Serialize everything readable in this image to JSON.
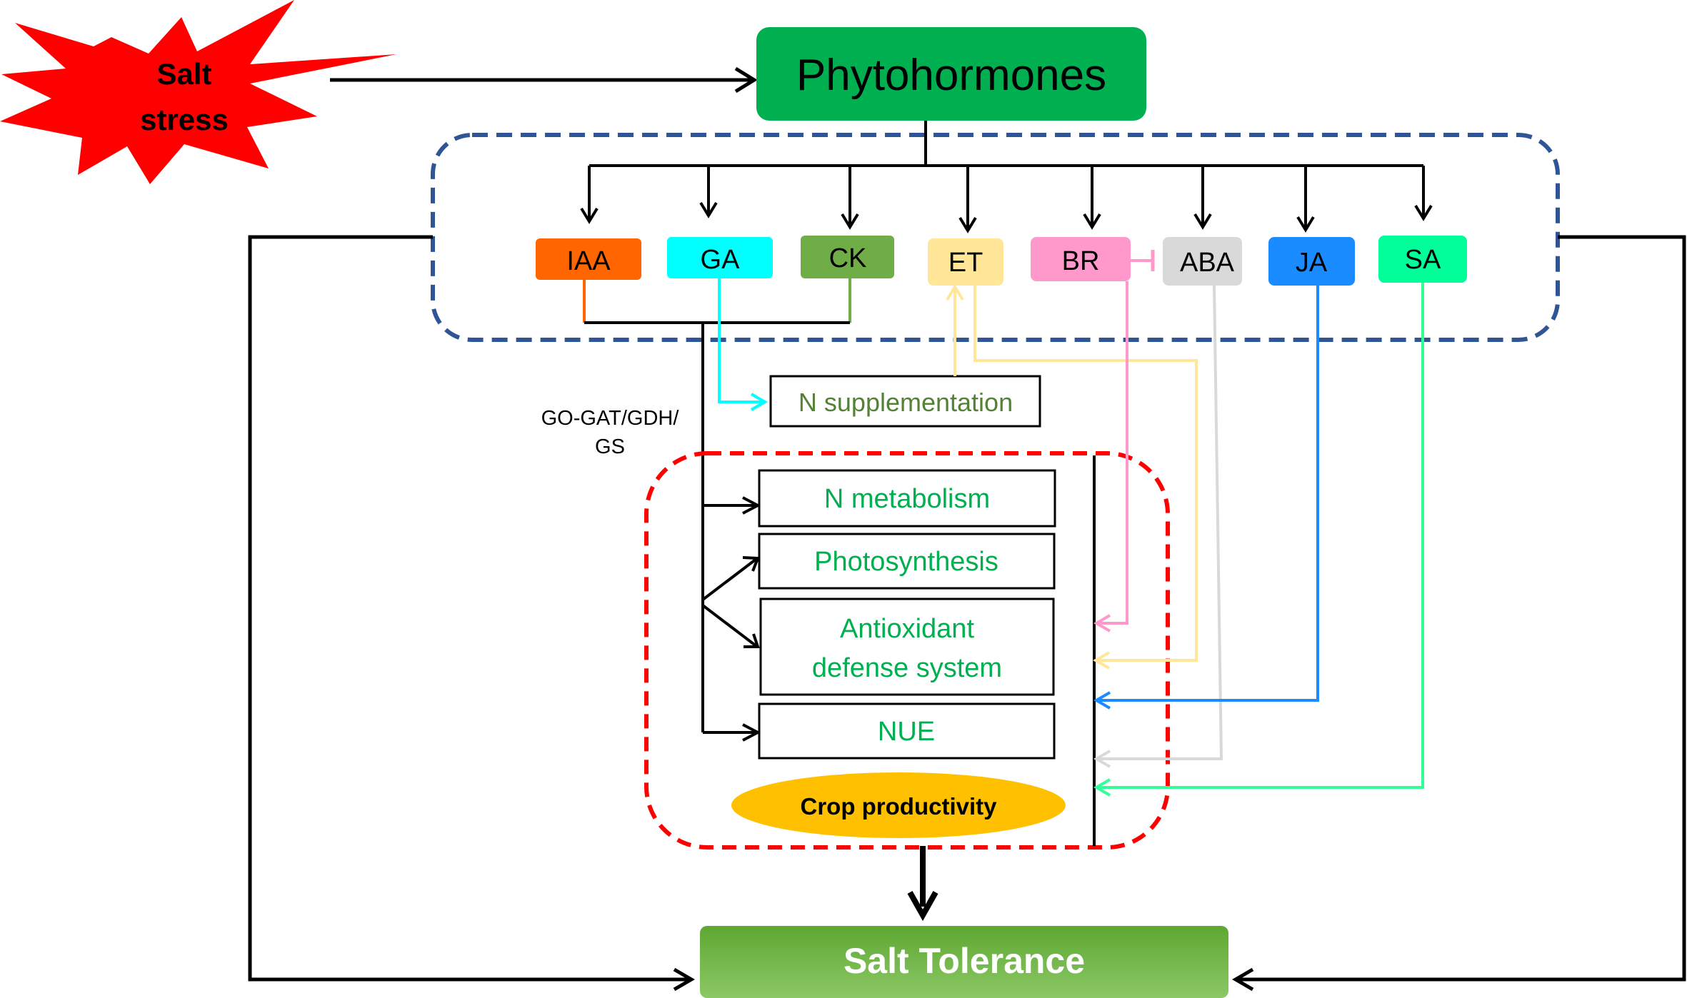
{
  "stress": {
    "line1": "Salt",
    "line2": "stress",
    "fill": "#ff0000",
    "text_color": "#000000"
  },
  "phytohormones": {
    "label": "Phytohormones",
    "fill": "#00b050"
  },
  "hormones": [
    {
      "id": "iaa",
      "label": "IAA",
      "fill": "#ff6600"
    },
    {
      "id": "ga",
      "label": "GA",
      "fill": "#00ffff"
    },
    {
      "id": "ck",
      "label": "CK",
      "fill": "#70ad47"
    },
    {
      "id": "et",
      "label": "ET",
      "fill": "#ffe699"
    },
    {
      "id": "br",
      "label": "BR",
      "fill": "#ff99cc"
    },
    {
      "id": "aba",
      "label": "ABA",
      "fill": "#d9d9d9"
    },
    {
      "id": "ja",
      "label": "JA",
      "fill": "#1a8cff"
    },
    {
      "id": "sa",
      "label": "SA",
      "fill": "#00ff99"
    }
  ],
  "n_supplementation": {
    "label": "N supplementation",
    "text_color": "#548235"
  },
  "enzyme_label": {
    "line1": "GO-GAT/GDH/",
    "line2": "GS"
  },
  "processes": {
    "n_metabolism": "N metabolism",
    "photosynthesis": "Photosynthesis",
    "antioxidant_line1": "Antioxidant",
    "antioxidant_line2": "defense system",
    "nue": "NUE",
    "text_color": "#00b050"
  },
  "crop_productivity": {
    "label": "Crop productivity",
    "fill": "#ffc000"
  },
  "salt_tolerance": {
    "label": "Salt Tolerance",
    "fill": "#70ad47"
  },
  "colors": {
    "blue_dash": "#2f5597",
    "red_dash": "#ff0000",
    "arrow": "#000000",
    "ga_line": "#00ffff",
    "et_line": "#ffe699",
    "br_line": "#ff99cc",
    "aba_line": "#d9d9d9",
    "ja_line": "#1a8cff",
    "sa_line": "#33ff99",
    "iaa_line": "#ff6600",
    "ck_line": "#70ad47"
  }
}
